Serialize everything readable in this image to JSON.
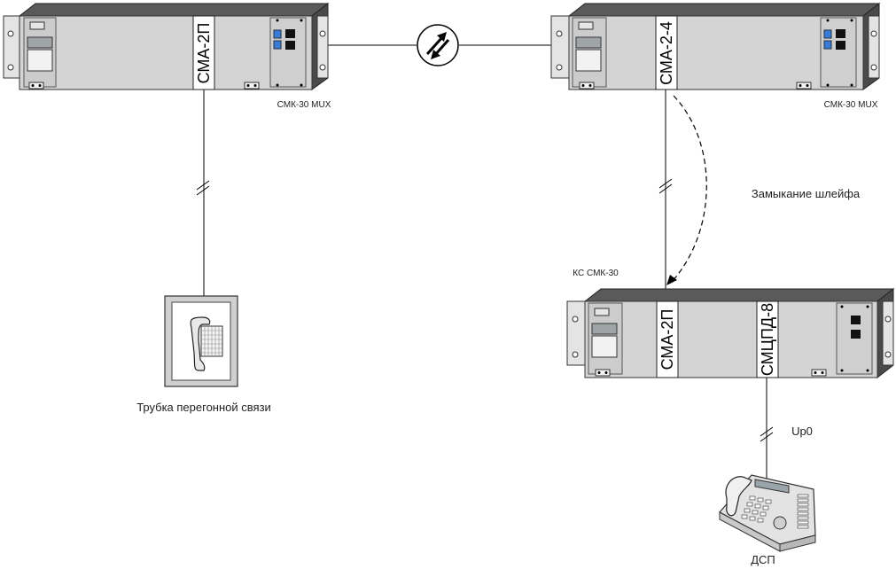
{
  "devices": {
    "rack_left": {
      "module_label": "СМА-2П",
      "caption": "СМК-30 MUX"
    },
    "rack_right": {
      "module_label": "СМА-2-4",
      "caption": "СМК-30 MUX"
    },
    "rack_bottom": {
      "module_label_1": "СМА-2П",
      "module_label_2": "СМЦПД-8",
      "caption": "КС СМК-30"
    }
  },
  "labels": {
    "handset": "Трубка перегонной связи",
    "loop_closure": "Замыкание шлейфа",
    "up0": "Up0",
    "dsp": "ДСП"
  },
  "icons": {
    "network": "bidirectional-arrows-icon",
    "handset": "wall-handset-icon",
    "phone": "desk-phone-icon"
  },
  "colors": {
    "rack_face": "#d4d4d4",
    "rack_top": "#5a5a5a",
    "port_blue": "#3a7bd5"
  }
}
